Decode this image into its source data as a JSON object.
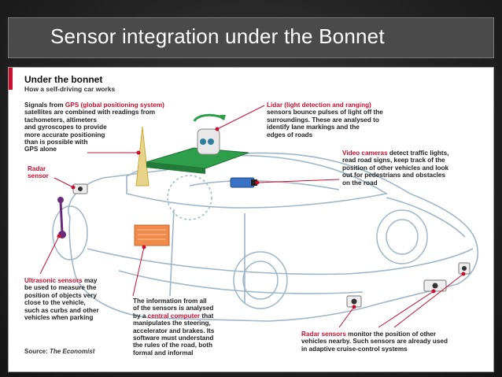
{
  "slide": {
    "title": "Sensor integration under the Bonnet"
  },
  "figure": {
    "heading": "Under the bonnet",
    "subheading": "How a self-driving car works",
    "gps": {
      "prefix": "Signals from ",
      "term": "GPS (global positioning system)",
      "lines": [
        "satellites are combined with readings from",
        "tachometers, altimeters",
        "and gyroscopes to provide",
        "more accurate positioning",
        "than is possible with",
        "GPS alone"
      ]
    },
    "lidar": {
      "term": "Lidar (light detection and ranging)",
      "lines": [
        "sensors bounce pulses of light off  the",
        "surroundings. These are analysed to",
        "identify lane markings and the",
        "edges of roads"
      ]
    },
    "video": {
      "term": "Video cameras",
      "first_line_rest": " detect traffic lights,",
      "lines": [
        "read road signs, keep track of the",
        "position of other vehicles and look",
        "out for pedestrians and obstacles",
        "on the road"
      ]
    },
    "radar_left": {
      "lines": [
        "Radar",
        "sensor"
      ]
    },
    "ultrasonic": {
      "term": "Ultrasonic sensors",
      "first_line_rest": " may",
      "lines": [
        "be used to measure the",
        "position of objects very",
        "close to the vehicle,",
        "such as curbs and other",
        "vehicles when parking"
      ]
    },
    "computer": {
      "lines_before": [
        "The information from all",
        "of the sensors is analysed"
      ],
      "line_prefix": "by a ",
      "term": "central computer",
      "line_suffix": " that",
      "lines_after": [
        "manipulates the steering,",
        "accelerator and brakes. Its",
        "software must understand",
        "the rules of the road, both",
        "formal and informal"
      ]
    },
    "radar_right": {
      "term": "Radar sensors",
      "first_line_rest": " monitor the position of other",
      "lines": [
        "vehicles nearby. Such sensors are already used",
        "in adaptive cruise-control systems"
      ]
    },
    "source": {
      "prefix": "Source: ",
      "name": "The Economist"
    },
    "colors": {
      "accent_red": "#c8102e",
      "lidar_green": "#2e9e4a",
      "computer_orange": "#f08a4b",
      "car_line": "#9fb6c8",
      "camera_blue": "#3a72c8",
      "ultrasonic_purple": "#6a2c7a"
    }
  }
}
